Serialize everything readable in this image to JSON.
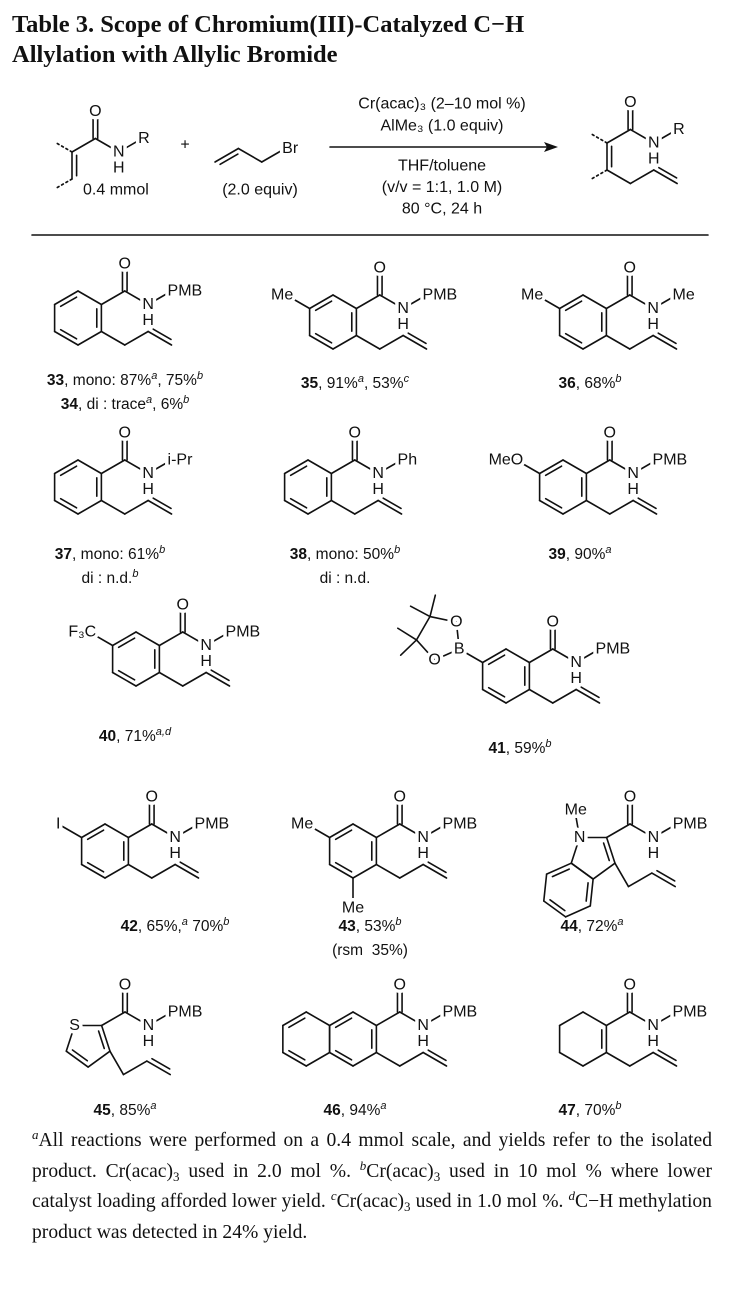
{
  "title": {
    "line1": "Table 3. Scope of Chromium(III)-Catalyzed C−H",
    "line2": "Allylation with Allylic Bromide"
  },
  "atoms": {
    "O": "O",
    "N": "N",
    "H": "H",
    "S": "S",
    "B": "B"
  },
  "scheme": {
    "r": "R",
    "amount": "0.4 mmol",
    "plus": "+",
    "br": "Br",
    "equiv": "(2.0 equiv)",
    "conditions_above": [
      "Cr(acac)₃ (2–10 mol %)",
      "AlMe₃ (1.0 equiv)"
    ],
    "conditions_below": [
      "THF/toluene",
      "(v/v = 1:1, 1.0 M)",
      "80 °C, 24 h"
    ]
  },
  "compounds": [
    {
      "r": "PMB",
      "lines": [
        [
          {
            "t": "33",
            "b": true
          },
          {
            "t": ", mono: 87%"
          },
          {
            "t": "a",
            "sup": true
          },
          {
            "t": ", 75%"
          },
          {
            "t": "b",
            "sup": true
          }
        ],
        [
          {
            "t": "34",
            "b": true
          },
          {
            "t": ", di : trace"
          },
          {
            "t": "a",
            "sup": true
          },
          {
            "t": ", 6%"
          },
          {
            "t": "b",
            "sup": true
          }
        ]
      ]
    },
    {
      "r": "PMB",
      "sub": "Me",
      "lines": [
        [
          {
            "t": "35",
            "b": true
          },
          {
            "t": ", 91%"
          },
          {
            "t": "a",
            "sup": true
          },
          {
            "t": ", 53%"
          },
          {
            "t": "c",
            "sup": true
          }
        ]
      ]
    },
    {
      "r": "Me",
      "sub": "Me",
      "lines": [
        [
          {
            "t": "36",
            "b": true
          },
          {
            "t": ", 68%"
          },
          {
            "t": "b",
            "sup": true
          }
        ]
      ]
    },
    {
      "r": "i-Pr",
      "lines": [
        [
          {
            "t": "37",
            "b": true
          },
          {
            "t": ", mono: 61%"
          },
          {
            "t": "b",
            "sup": true
          }
        ],
        [
          {
            "t": "di : n.d."
          },
          {
            "t": "b",
            "sup": true
          }
        ]
      ]
    },
    {
      "r": "Ph",
      "lines": [
        [
          {
            "t": "38",
            "b": true
          },
          {
            "t": ", mono: 50%"
          },
          {
            "t": "b",
            "sup": true
          }
        ],
        [
          {
            "t": "di : n.d."
          }
        ]
      ]
    },
    {
      "r": "PMB",
      "sub": "MeO",
      "lines": [
        [
          {
            "t": "39",
            "b": true
          },
          {
            "t": ", 90%"
          },
          {
            "t": "a",
            "sup": true
          }
        ]
      ]
    },
    {
      "r": "PMB",
      "sub": "F₃C",
      "lines": [
        [
          {
            "t": "40",
            "b": true
          },
          {
            "t": ", 71%"
          },
          {
            "t": "a,d",
            "sup": true
          }
        ]
      ]
    },
    {
      "r": "PMB",
      "lines": [
        [
          {
            "t": "41",
            "b": true
          },
          {
            "t": ", 59%"
          },
          {
            "t": "b",
            "sup": true
          }
        ]
      ]
    },
    {
      "r": "PMB",
      "sub": "I",
      "lines": [
        [
          {
            "t": "42",
            "b": true
          },
          {
            "t": ", 65%,"
          },
          {
            "t": "a",
            "sup": true
          },
          {
            "t": " 70%"
          },
          {
            "t": "b",
            "sup": true
          }
        ]
      ]
    },
    {
      "r": "PMB",
      "sub": "Me",
      "sub2": "Me",
      "lines": [
        [
          {
            "t": "43",
            "b": true
          },
          {
            "t": ", 53%"
          },
          {
            "t": "b",
            "sup": true
          }
        ],
        [
          {
            "t": "(rsm  35%)"
          }
        ]
      ]
    },
    {
      "r": "PMB",
      "n_sub": "Me",
      "lines": [
        [
          {
            "t": "44",
            "b": true
          },
          {
            "t": ", 72%"
          },
          {
            "t": "a",
            "sup": true
          }
        ]
      ]
    },
    {
      "r": "PMB",
      "lines": [
        [
          {
            "t": "45",
            "b": true
          },
          {
            "t": ", 85%"
          },
          {
            "t": "a",
            "sup": true
          }
        ]
      ]
    },
    {
      "r": "PMB",
      "lines": [
        [
          {
            "t": "46",
            "b": true
          },
          {
            "t": ", 94%"
          },
          {
            "t": "a",
            "sup": true
          }
        ]
      ]
    },
    {
      "r": "PMB",
      "lines": [
        [
          {
            "t": "47",
            "b": true
          },
          {
            "t": ", 70%"
          },
          {
            "t": "b",
            "sup": true
          }
        ]
      ]
    }
  ],
  "footnote": [
    {
      "t": "a",
      "sup": true
    },
    {
      "t": "All reactions were performed on a 0.4 mmol scale, and yields refer to the isolated product. Cr(acac)"
    },
    {
      "t": "3",
      "sub": true
    },
    {
      "t": " used in 2.0 mol %. "
    },
    {
      "t": "b",
      "sup": true
    },
    {
      "t": "Cr(acac)"
    },
    {
      "t": "3",
      "sub": true
    },
    {
      "t": " used in 10 mol % where lower catalyst loading afforded lower yield. "
    },
    {
      "t": "c",
      "sup": true
    },
    {
      "t": "Cr(acac)"
    },
    {
      "t": "3",
      "sub": true
    },
    {
      "t": " used in 1.0 mol %. "
    },
    {
      "t": "d",
      "sup": true
    },
    {
      "t": "C−H methylation product was detected in 24% yield."
    }
  ]
}
